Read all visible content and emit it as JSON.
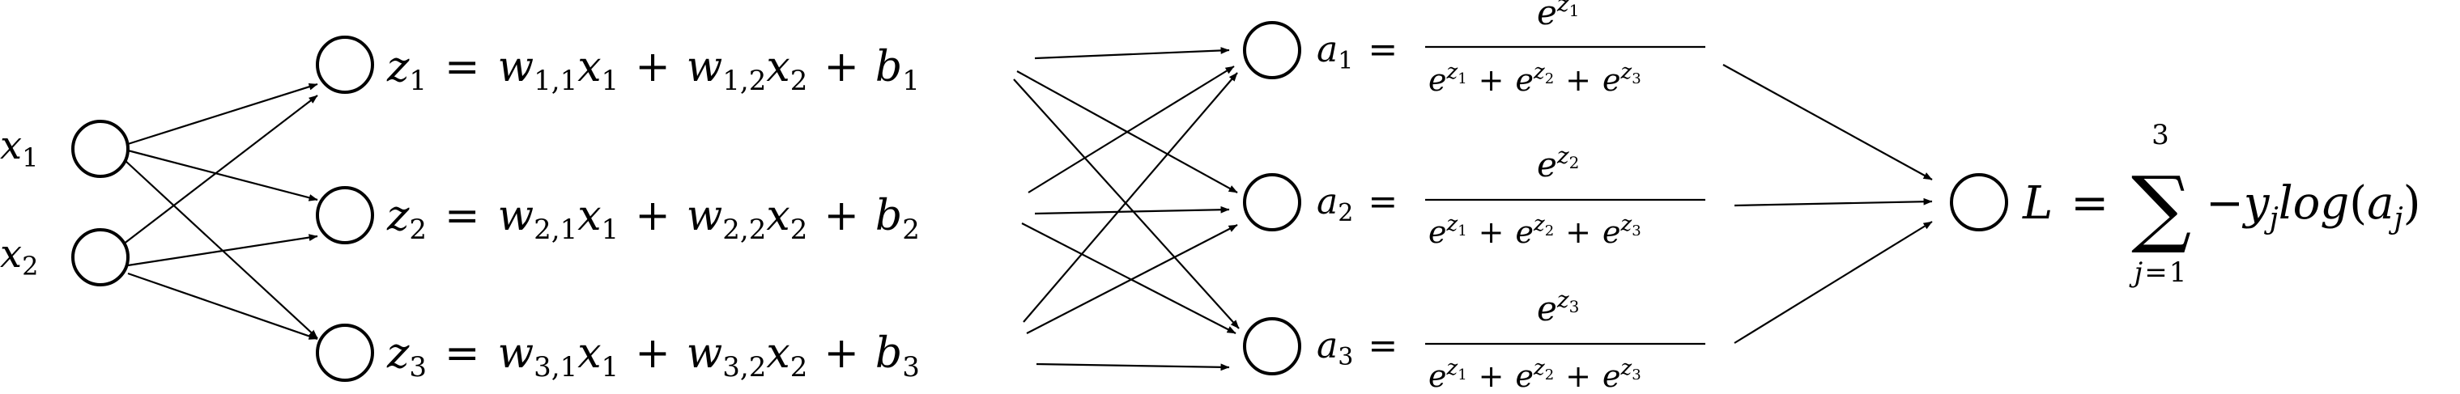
{
  "inputs": [
    {
      "sym": "x",
      "sub": "1"
    },
    {
      "sym": "x",
      "sub": "2"
    }
  ],
  "hidden": [
    {
      "lhs": "z",
      "lhs_sub": "1",
      "w1": "w",
      "w1_sub": "1,1",
      "x1": "x",
      "x1_sub": "1",
      "w2": "w",
      "w2_sub": "1,2",
      "x2": "x",
      "x2_sub": "2",
      "b": "b",
      "b_sub": "1"
    },
    {
      "lhs": "z",
      "lhs_sub": "2",
      "w1": "w",
      "w1_sub": "2,1",
      "x1": "x",
      "x1_sub": "1",
      "w2": "w",
      "w2_sub": "2,2",
      "x2": "x",
      "x2_sub": "2",
      "b": "b",
      "b_sub": "2"
    },
    {
      "lhs": "z",
      "lhs_sub": "3",
      "w1": "w",
      "w1_sub": "3,1",
      "x1": "x",
      "x1_sub": "1",
      "w2": "w",
      "w2_sub": "3,2",
      "x2": "x",
      "x2_sub": "2",
      "b": "b",
      "b_sub": "3"
    }
  ],
  "operators": {
    "equals": "=",
    "plus": "+",
    "minus": "−"
  },
  "softmax": [
    {
      "lhs": "a",
      "lhs_sub": "1",
      "num_base": "e",
      "num_exp": "z",
      "num_exp_sub": "1"
    },
    {
      "lhs": "a",
      "lhs_sub": "2",
      "num_base": "e",
      "num_exp": "z",
      "num_exp_sub": "2"
    },
    {
      "lhs": "a",
      "lhs_sub": "3",
      "num_base": "e",
      "num_exp": "z",
      "num_exp_sub": "3"
    }
  ],
  "denominator": {
    "base": "e",
    "terms": [
      {
        "exp": "z",
        "exp_sub": "1"
      },
      {
        "exp": "z",
        "exp_sub": "2"
      },
      {
        "exp": "z",
        "exp_sub": "3"
      }
    ]
  },
  "loss": {
    "lhs": "L",
    "sigma": "∑",
    "upper": "3",
    "lower_var": "j",
    "lower_val": "1",
    "term_y": "y",
    "term_y_sub": "j",
    "func": "log",
    "paren_open": "(",
    "arg": "a",
    "arg_sub": "j",
    "paren_close": ")"
  }
}
